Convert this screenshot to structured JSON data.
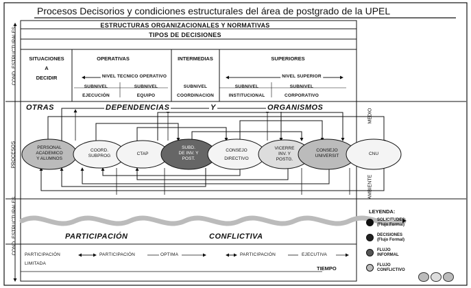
{
  "title": "Procesos Decisorios y condiciones estructurales del área de postgrado de la UPEL",
  "bands": {
    "top": "ESTRUCTURAS ORGANIZACIONALES Y NORMATIVAS",
    "decisiones": "TIPOS DE DECISIONES"
  },
  "side_labels": {
    "cond_top": "COND. ESTRUCTURALES",
    "procesos": "PROCESOS",
    "cond_bottom": "COND. ESTRUCTURALES",
    "medio": "MEDIO",
    "ambiente": "AMBIENTE"
  },
  "columns": {
    "situaciones": "SITUACIONES",
    "a": "A",
    "decidir": "DECIDIR",
    "operativas": "OPERATIVAS",
    "intermedias": "INTERMEDIAS",
    "superiores": "SUPERIORES"
  },
  "levels": {
    "nivel_tecnico": "NIVEL  TECNICO  OPERATIVO",
    "nivel_superior": "NIVEL     SUPERIOR",
    "subnivel": "SUBNIVEL",
    "ejecucion": "EJECUCIÓN",
    "equipo": "EQUIPO",
    "coordinacion": "COORDINACION",
    "institucional": "INSTITUCIONAL",
    "corporativo": "CORPORATIVO"
  },
  "words": {
    "otras": "OTRAS",
    "dependencias": "DEPENDENCIAS",
    "y": "Y",
    "organismos": "ORGANISMOS",
    "participacion": "PARTICIPACIÓN",
    "conflictiva": "CONFLICTIVA"
  },
  "nodes": [
    {
      "line1": "PERSONAL",
      "line2": "ACADEMICO",
      "line3": "Y ALUMNOS"
    },
    {
      "line1": "COORD.",
      "line2": "SUBPROG",
      "line3": ""
    },
    {
      "line1": "CTAP",
      "line2": "",
      "line3": ""
    },
    {
      "line1": "SUBD.",
      "line2": "DE INV. Y",
      "line3": "POST."
    },
    {
      "line1": "CONSEJO",
      "line2": "DIRECTIVO",
      "line3": ""
    },
    {
      "line1": "VICERRE",
      "line2": "INV. Y",
      "line3": "POSTG."
    },
    {
      "line1": "CONSEJO",
      "line2": "UNIVERSIT",
      "line3": ""
    },
    {
      "line1": "CNU",
      "line2": "",
      "line3": ""
    }
  ],
  "bottom": {
    "participacion": "PARTICIPACIÓN",
    "limitada": "LIMITADA",
    "participacion2": "PARTICIPACIÓN",
    "optima": "OPTIMA",
    "participacion3": "PARTICIPACIÓN",
    "ejecutiva": "EJECUTIVA",
    "tiempo": "TIEMPO"
  },
  "legend": {
    "title": "LEYENDA:",
    "items": [
      {
        "l1": "SOLICITUDES",
        "l2": "(Flujo Formal)",
        "color": "#111111"
      },
      {
        "l1": "DECISIONES",
        "l2": "(Flujo Formal)",
        "color": "#222222"
      },
      {
        "l1": "FLUJO",
        "l2": "INFORMAL",
        "color": "#555555"
      },
      {
        "l1": "FLUJO",
        "l2": "CONFLICTIVO",
        "color": "#bbbbbb"
      }
    ]
  }
}
